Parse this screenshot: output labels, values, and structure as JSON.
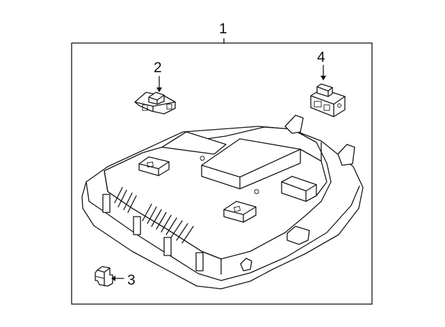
{
  "diagram": {
    "callouts": [
      {
        "id": "1",
        "label": "1"
      },
      {
        "id": "2",
        "label": "2"
      },
      {
        "id": "3",
        "label": "3"
      },
      {
        "id": "4",
        "label": "4"
      }
    ]
  },
  "colors": {
    "line": "#111111",
    "background": "#ffffff"
  }
}
